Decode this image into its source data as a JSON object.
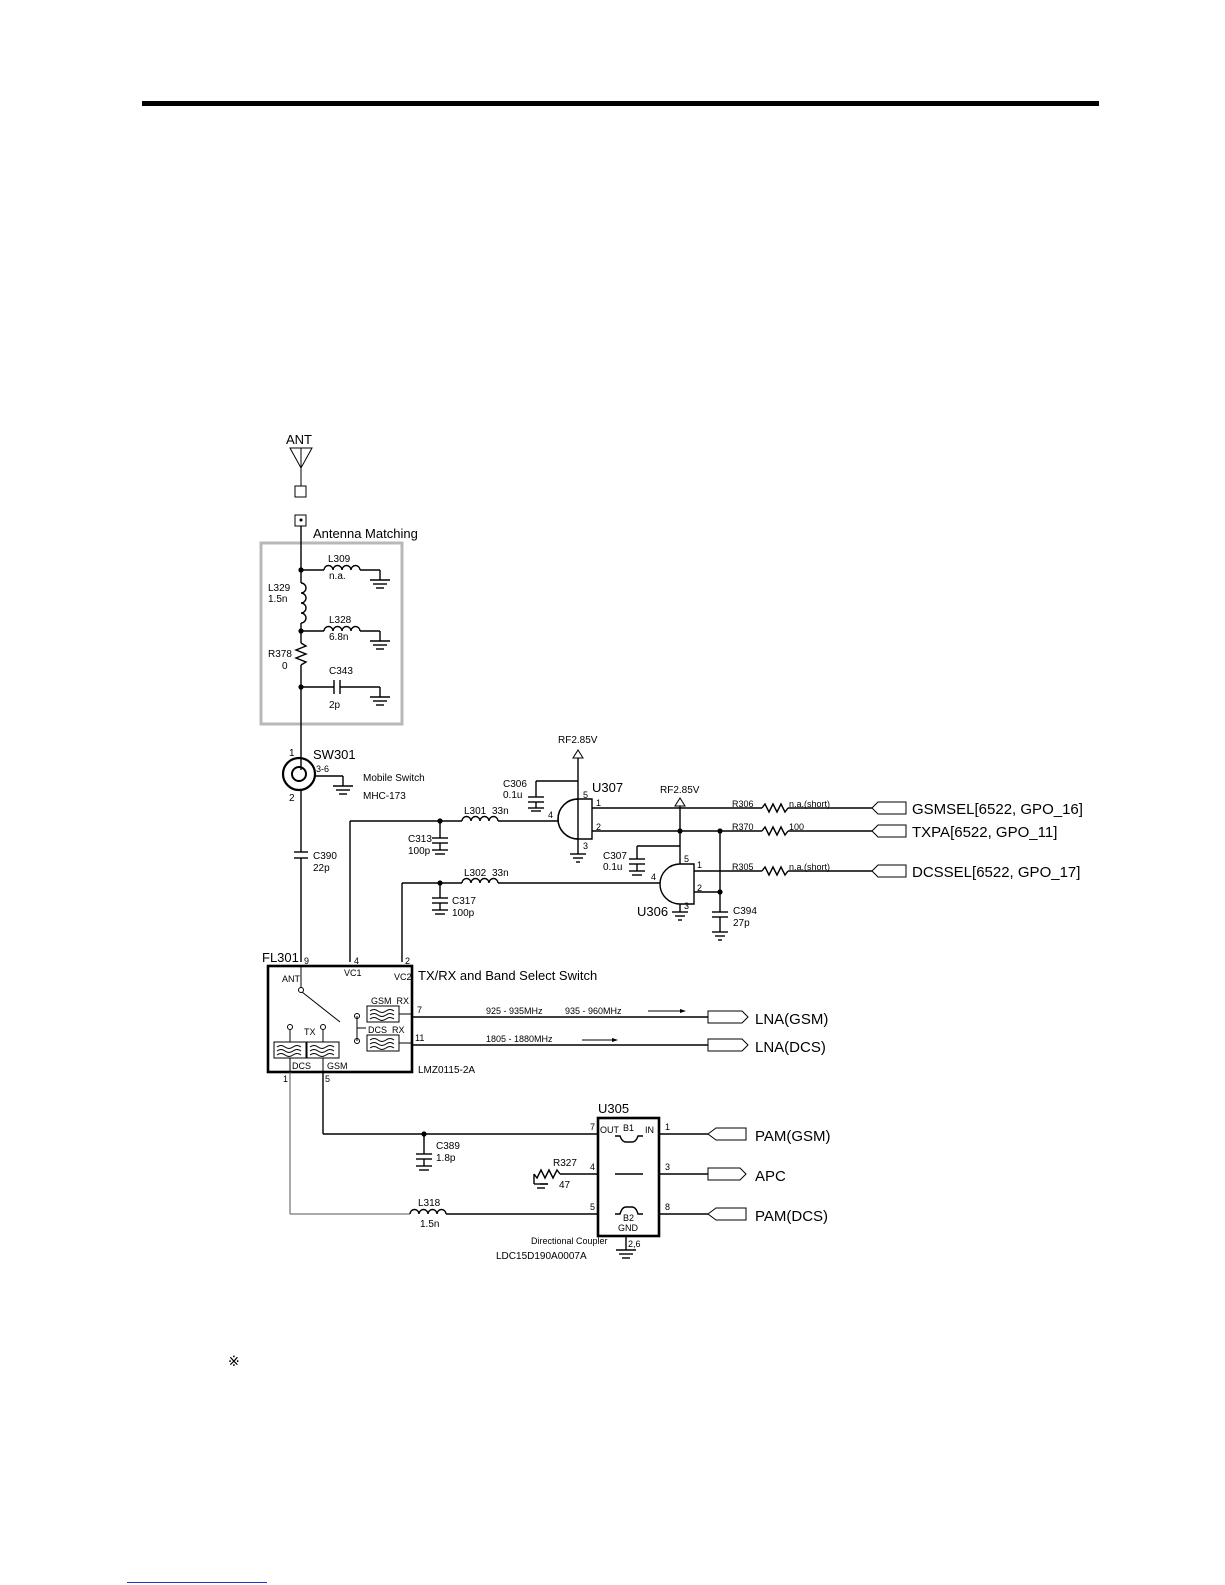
{
  "ant_label": "ANT",
  "antenna_matching": {
    "title": "Antenna Matching",
    "L309": {
      "ref": "L309",
      "value": "n.a."
    },
    "L329": {
      "ref": "L329",
      "value": "1.5n"
    },
    "L328": {
      "ref": "L328",
      "value": "6.8n"
    },
    "R378": {
      "ref": "R378",
      "value": "0"
    },
    "C343": {
      "ref": "C343",
      "value": "2p"
    }
  },
  "sw301": {
    "ref": "SW301",
    "desc1": "Mobile Switch",
    "desc2": "MHC-173",
    "pin1": "1",
    "pin2": "2",
    "pin36": "3-6"
  },
  "C390": {
    "ref": "C390",
    "value": "22p"
  },
  "rf_supply": "RF2.85V",
  "C306": {
    "ref": "C306",
    "value": "0.1u"
  },
  "C307": {
    "ref": "C307",
    "value": "0.1u"
  },
  "C313": {
    "ref": "C313",
    "value": "100p"
  },
  "C317": {
    "ref": "C317",
    "value": "100p"
  },
  "C394": {
    "ref": "C394",
    "value": "27p"
  },
  "C389": {
    "ref": "C389",
    "value": "1.8p"
  },
  "L301": {
    "ref": "L301",
    "value": "33n"
  },
  "L302": {
    "ref": "L302",
    "value": "33n"
  },
  "L318": {
    "ref": "L318",
    "value": "1.5n"
  },
  "R306": {
    "ref": "R306",
    "value": "n.a.(short)"
  },
  "R370": {
    "ref": "R370",
    "value": "100"
  },
  "R305": {
    "ref": "R305",
    "value": "n.a.(short)"
  },
  "R327": {
    "ref": "R327",
    "value": "47"
  },
  "U307": {
    "ref": "U307",
    "p1": "1",
    "p2": "2",
    "p3": "3",
    "p4": "4",
    "p5": "5"
  },
  "U306": {
    "ref": "U306",
    "p1": "1",
    "p2": "2",
    "p3": "3",
    "p4": "4",
    "p5": "5"
  },
  "nets": {
    "gsmsel": "GSMSEL[6522, GPO_16]",
    "txpa": "TXPA[6522, GPO_11]",
    "dcssel": "DCSSEL[6522, GPO_17]",
    "lna_gsm": "LNA(GSM)",
    "lna_dcs": "LNA(DCS)",
    "pam_gsm": "PAM(GSM)",
    "apc": "APC",
    "pam_dcs": "PAM(DCS)"
  },
  "fl301": {
    "ref": "FL301",
    "title": "TX/RX and Band Select Switch",
    "part": "LMZ0115-2A",
    "ant": "ANT",
    "vc1": "VC1",
    "vc2": "VC2",
    "gsm_rx": "GSM_RX",
    "dcs_rx": "DCS_RX",
    "tx": "TX",
    "dcs": "DCS",
    "gsm": "GSM",
    "pin9": "9",
    "pin4": "4",
    "pin2": "2",
    "pin7": "7",
    "pin11": "11",
    "pin1": "1",
    "pin5": "5"
  },
  "freq": {
    "gsm_rx1": "925 - 935MHz",
    "gsm_rx2": "935 - 960MHz",
    "dcs_rx": "1805 - 1880MHz"
  },
  "u305": {
    "ref": "U305",
    "out": "OUT",
    "in": "IN",
    "b1": "B1",
    "b2": "B2",
    "gnd": "GND",
    "p7": "7",
    "p1": "1",
    "p4": "4",
    "p3": "3",
    "p5": "5",
    "p8": "8",
    "p26": "2,6",
    "desc": "Directional Coupler",
    "part": "LDC15D190A0007A"
  },
  "note_mark": "※"
}
